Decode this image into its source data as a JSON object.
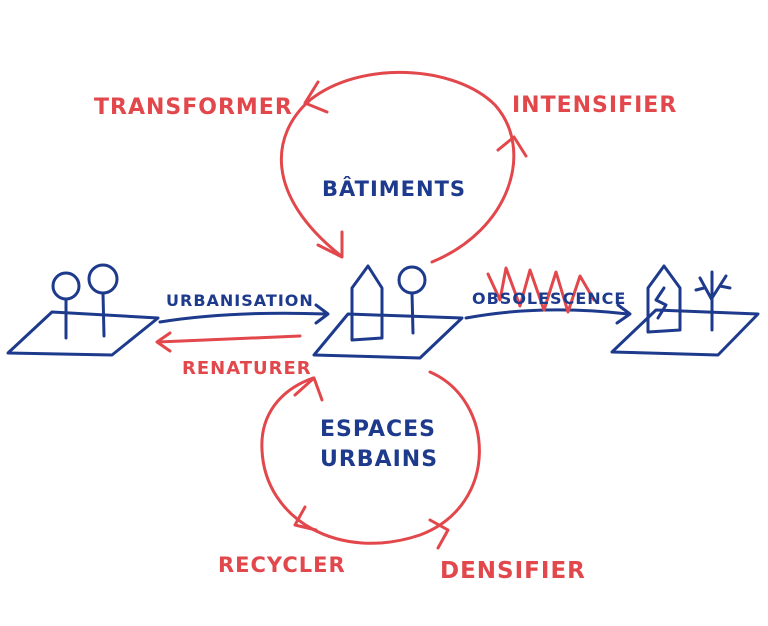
{
  "colors": {
    "blue": "#1d3a8c",
    "red": "#e2474b"
  },
  "labels": {
    "transformer": "TRANSFORMER",
    "intensifier": "INTENSIFIER",
    "batiments": "BÂTIMENTS",
    "urbanisation": "URBANISATION",
    "obsolescence": "OBSOLESCENCE",
    "renaturer": "RENATURER",
    "espaces_line1": "ESPACES",
    "espaces_line2": "URBAINS",
    "recycler": "RECYCLER",
    "densifier": "DENSIFIER"
  },
  "icons": {
    "left_plot": "natural-land-with-trees",
    "center_plot": "urbanised-land-with-building-and-tree",
    "right_plot": "obsolete-land-with-cracked-building-and-dead-tree"
  }
}
